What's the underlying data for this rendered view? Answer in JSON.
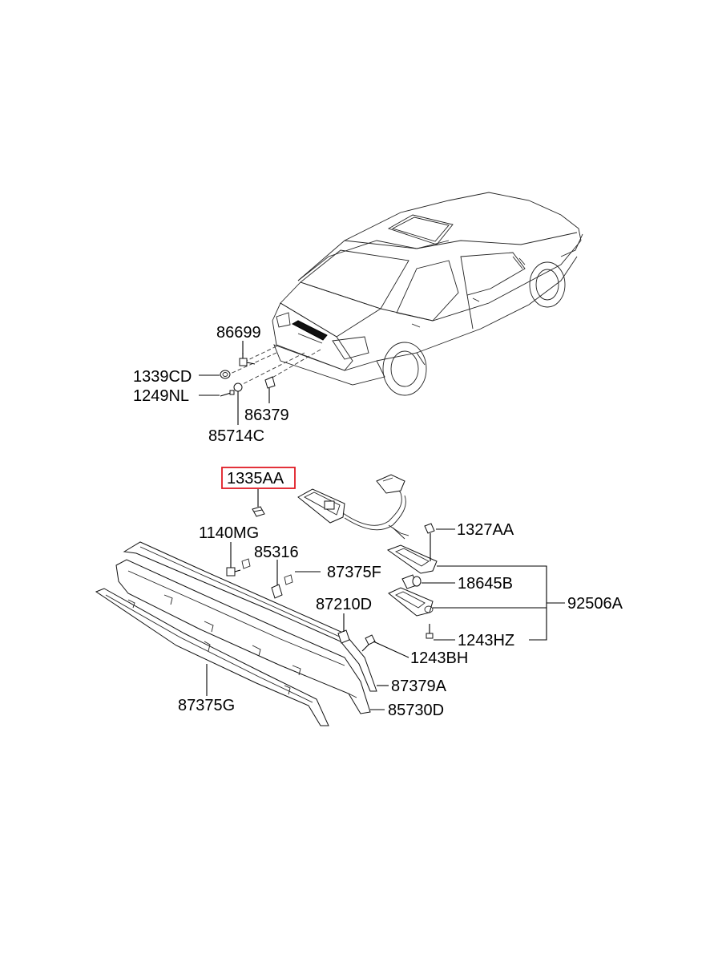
{
  "highlight_color": "#e01b24",
  "highlighted_part": "1335AA",
  "labels": {
    "p86699": "86699",
    "p1339CD": "1339CD",
    "p1249NL": "1249NL",
    "p86379": "86379",
    "p85714C": "85714C",
    "p1335AA": "1335AA",
    "p1327AA": "1327AA",
    "p1140MG": "1140MG",
    "p85316": "85316",
    "p87375F": "87375F",
    "p18645B": "18645B",
    "p92506A": "92506A",
    "p87210D": "87210D",
    "p1243HZ": "1243HZ",
    "p1243BH": "1243BH",
    "p87379A": "87379A",
    "p87375G": "87375G",
    "p85730D": "85730D"
  }
}
